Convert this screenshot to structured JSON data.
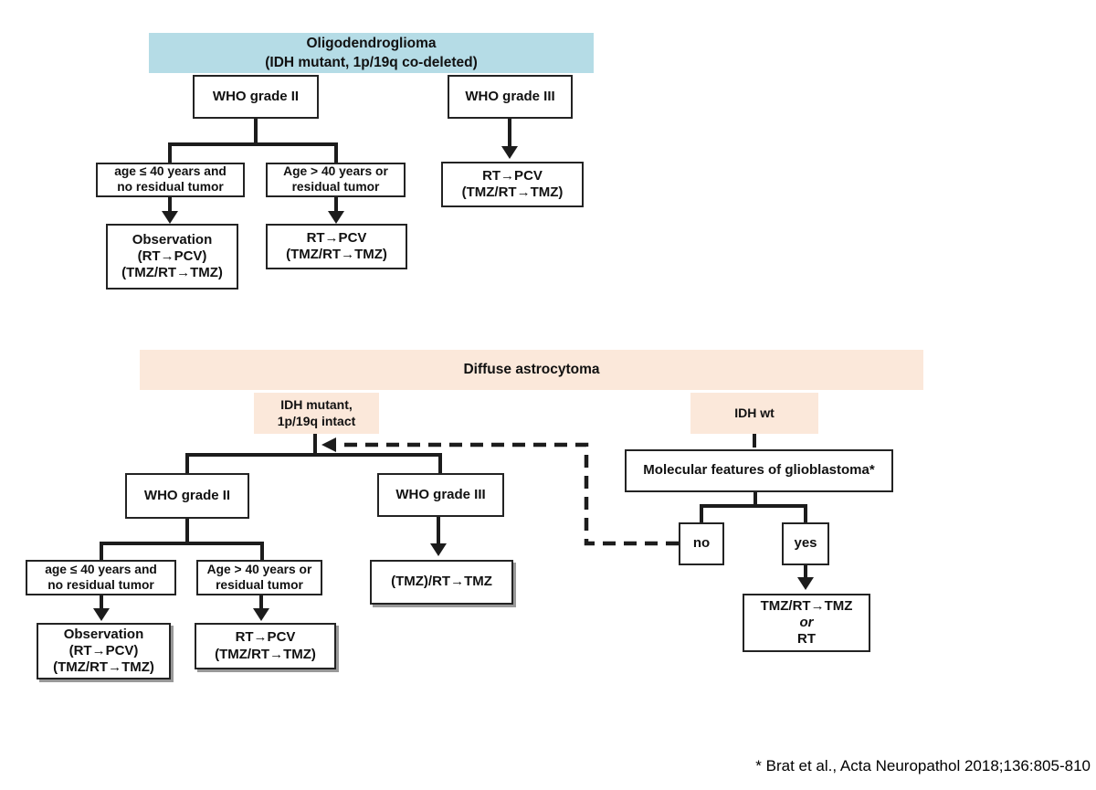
{
  "colors": {
    "oligo_header_bg": "#b5dce6",
    "astro_header_bg": "#fbe8da",
    "line": "#1c1c1c"
  },
  "oligo_chart": {
    "title": "Oligodendroglioma\n(IDH mutant, 1p/19q co-deleted)",
    "nodes": {
      "who_grade_ii": "WHO grade II",
      "who_grade_iii": "WHO grade III",
      "age_le_40": "age ≤ 40 years and\nno residual tumor",
      "age_gt_40": "Age > 40 years or\nresidual tumor",
      "observation": "Observation\n(RT→PCV)\n(TMZ/RT→TMZ)",
      "rt_pcv_after_grade_ii": "RT→PCV\n(TMZ/RT→TMZ)",
      "rt_pcv_after_grade_iii": "RT→PCV\n(TMZ/RT→TMZ)"
    }
  },
  "astro_chart": {
    "title": "Diffuse astrocytoma",
    "nodes": {
      "idh_mutant": "IDH mutant,\n1p/19q intact",
      "idh_wt": "IDH wt",
      "who_grade_ii": "WHO grade II",
      "who_grade_iii": "WHO grade III",
      "age_le_40": "age ≤ 40 years and\nno residual tumor",
      "age_gt_40": "Age > 40 years or\nresidual tumor",
      "observation": "Observation\n(RT→PCV)\n(TMZ/RT→TMZ)",
      "rt_pcv": "RT→PCV\n(TMZ/RT→TMZ)",
      "tmz_rt_tmz": "(TMZ)/RT→TMZ",
      "molecular_features": "Molecular features of glioblastoma*",
      "answer_no": "no",
      "answer_yes": "yes",
      "tmz_or_rt": {
        "line1": "TMZ/RT→TMZ",
        "line2": "or",
        "line3": "RT"
      }
    }
  },
  "footnote": "* Brat et al., Acta Neuropathol 2018;136:805-810"
}
